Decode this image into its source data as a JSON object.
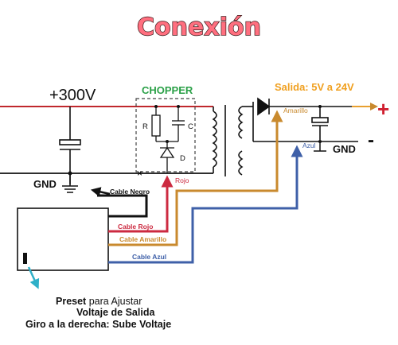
{
  "title": "Conexión",
  "labels": {
    "v_in": "+300V",
    "gnd_left": "GND",
    "chopper": "CHOPPER",
    "r": "R",
    "c": "C",
    "d": "D",
    "output": "Salida: 5V a 24V",
    "plus": "+",
    "minus": "-",
    "gnd_right": "GND",
    "amarillo": "Amarillo",
    "azul": "Azul",
    "rojo": "Rojo"
  },
  "cables": {
    "negro": "Cable Negro",
    "rojo": "Cable Rojo",
    "amarillo": "Cable Amarillo",
    "azul": "Cable Azul"
  },
  "note": {
    "line1_bold": "Preset",
    "line1_rest": " para Ajustar",
    "line2": "Voltaje de Salida",
    "line3": "Giro a la derecha: Sube Voltaje"
  },
  "colors": {
    "title": "#ff6f7f",
    "rail": "#c0282d",
    "chopper": "#2aa047",
    "output_label": "#f0a020",
    "cable_black": "#111111",
    "cable_red": "#cc2a40",
    "cable_yellow": "#c98a2e",
    "cable_blue": "#3f60a8",
    "preset_arrow": "#2fb0c8"
  }
}
